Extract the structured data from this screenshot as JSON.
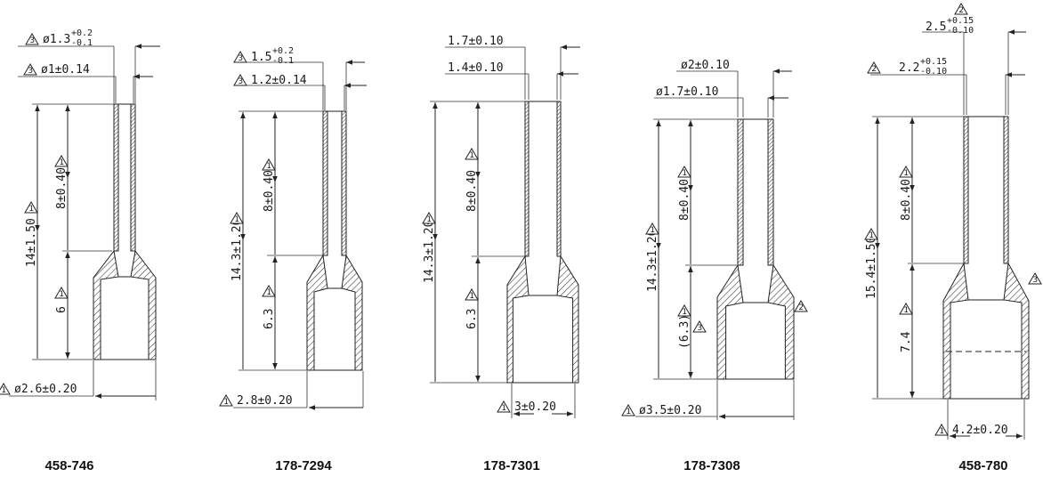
{
  "parts": [
    {
      "id": "458-746",
      "label": "458-746",
      "dims": {
        "outer_dia": {
          "base": "ø1.3",
          "plus": "+0.2",
          "minus": "-0.1",
          "mark": "3"
        },
        "inner_dia": {
          "text": "ø1±0.14",
          "mark": "3"
        },
        "total_len": {
          "text": "14±1.50",
          "mark": "1"
        },
        "tube_len": {
          "text": "8±0.40",
          "mark": "1"
        },
        "sleeve_len": {
          "text": "6",
          "mark": "1"
        },
        "collar_dia": {
          "text": "ø2.6±0.20",
          "mark": "1"
        }
      }
    },
    {
      "id": "178-7294",
      "label": "178-7294",
      "dims": {
        "outer_dia": {
          "base": "1.5",
          "plus": "+0.2",
          "minus": "-0.1",
          "mark": "3"
        },
        "inner_dia": {
          "text": "1.2±0.14",
          "mark": "3"
        },
        "total_len": {
          "text": "14.3±1.20",
          "mark": "1"
        },
        "tube_len": {
          "text": "8±0.40",
          "mark": "1"
        },
        "sleeve_len": {
          "text": "6.3",
          "mark": "1"
        },
        "collar_dia": {
          "text": "2.8±0.20",
          "mark": "1"
        }
      }
    },
    {
      "id": "178-7301",
      "label": "178-7301",
      "dims": {
        "outer_dia": {
          "text": "1.7±0.10"
        },
        "inner_dia": {
          "text": "1.4±0.10"
        },
        "total_len": {
          "text": "14.3±1.20",
          "mark": "1"
        },
        "tube_len": {
          "text": "8±0.40",
          "mark": "1"
        },
        "sleeve_len": {
          "text": "6.3",
          "mark": "1"
        },
        "collar_dia": {
          "text": "3±0.20",
          "mark": "1"
        }
      }
    },
    {
      "id": "178-7308",
      "label": "178-7308",
      "dims": {
        "outer_dia": {
          "text": "ø2±0.10"
        },
        "inner_dia": {
          "text": "ø1.7±0.10"
        },
        "total_len": {
          "text": "14.3±1.20",
          "mark": "1"
        },
        "tube_len": {
          "text": "8±0.40",
          "mark": "1"
        },
        "sleeve_len": {
          "text": "(6.3)",
          "mark": "1",
          "mark2": "3"
        },
        "collar_dia": {
          "text": "ø3.5±0.20",
          "mark": "1"
        },
        "side_mark": "2"
      }
    },
    {
      "id": "458-780",
      "label": "458-780",
      "dims": {
        "outer_dia": {
          "base": "2.5",
          "plus": "+0.15",
          "minus": "-0.10",
          "mark": "2"
        },
        "inner_dia": {
          "base": "2.2",
          "plus": "+0.15",
          "minus": "-0.10",
          "mark": "2"
        },
        "total_len": {
          "text": "15.4±1.50",
          "mark": "1"
        },
        "tube_len": {
          "text": "8±0.40",
          "mark": "1"
        },
        "sleeve_len": {
          "text": "7.4",
          "mark": "1"
        },
        "collar_dia": {
          "text": "4.2±0.20",
          "mark": "1"
        },
        "side_mark": "3"
      }
    }
  ]
}
